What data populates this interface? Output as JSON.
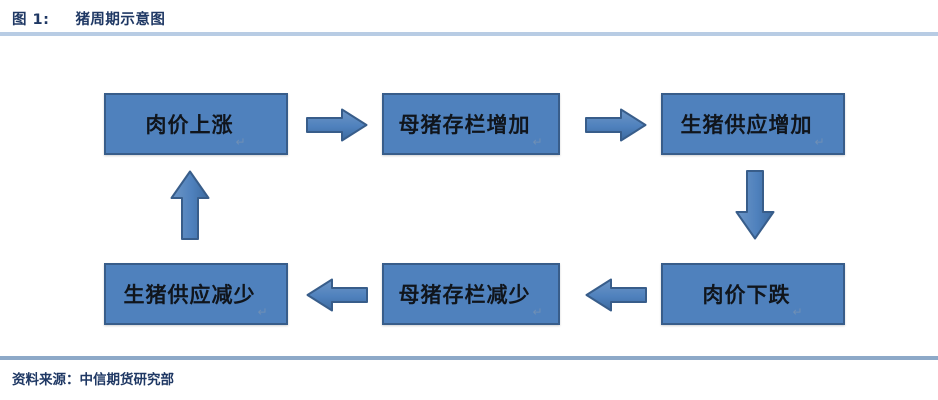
{
  "figure": {
    "number_label": "图 1:",
    "title": "猪周期示意图",
    "source_label": "资料来源：中信期货研究部"
  },
  "colors": {
    "node_fill": "#4f81bd",
    "node_border": "#385d8a",
    "arrow_fill": "#4f81bd",
    "arrow_border": "#385d8a",
    "header_rule": "#b8cce4",
    "footer_rule": "#8da9c8",
    "title_text": "#1f3864",
    "node_text": "#10151c"
  },
  "diagram": {
    "type": "cycle-flowchart",
    "nodes": [
      {
        "id": "price-up",
        "label": "肉价上涨",
        "mark": "↵",
        "row": "top",
        "column": 1
      },
      {
        "id": "sow-up",
        "label": "母猪存栏增加",
        "mark": "↵",
        "row": "top",
        "column": 2
      },
      {
        "id": "supply-up",
        "label": "生猪供应增加",
        "mark": "↵",
        "row": "top",
        "column": 3
      },
      {
        "id": "price-down",
        "label": "肉价下跌",
        "mark": "↵",
        "row": "bottom",
        "column": 3
      },
      {
        "id": "sow-down",
        "label": "母猪存栏减少",
        "mark": "↵",
        "row": "bottom",
        "column": 2
      },
      {
        "id": "supply-down",
        "label": "生猪供应减少",
        "mark": "↵",
        "row": "bottom",
        "column": 1
      }
    ],
    "edges": [
      {
        "id": "arrow-right-1",
        "from": "price-up",
        "to": "sow-up",
        "direction": "right"
      },
      {
        "id": "arrow-right-2",
        "from": "sow-up",
        "to": "supply-up",
        "direction": "right"
      },
      {
        "id": "arrow-down-1",
        "from": "supply-up",
        "to": "price-down",
        "direction": "down"
      },
      {
        "id": "arrow-left-1",
        "from": "price-down",
        "to": "sow-down",
        "direction": "left"
      },
      {
        "id": "arrow-left-2",
        "from": "sow-down",
        "to": "supply-down",
        "direction": "left"
      },
      {
        "id": "arrow-up-1",
        "from": "supply-down",
        "to": "price-up",
        "direction": "up"
      }
    ]
  }
}
